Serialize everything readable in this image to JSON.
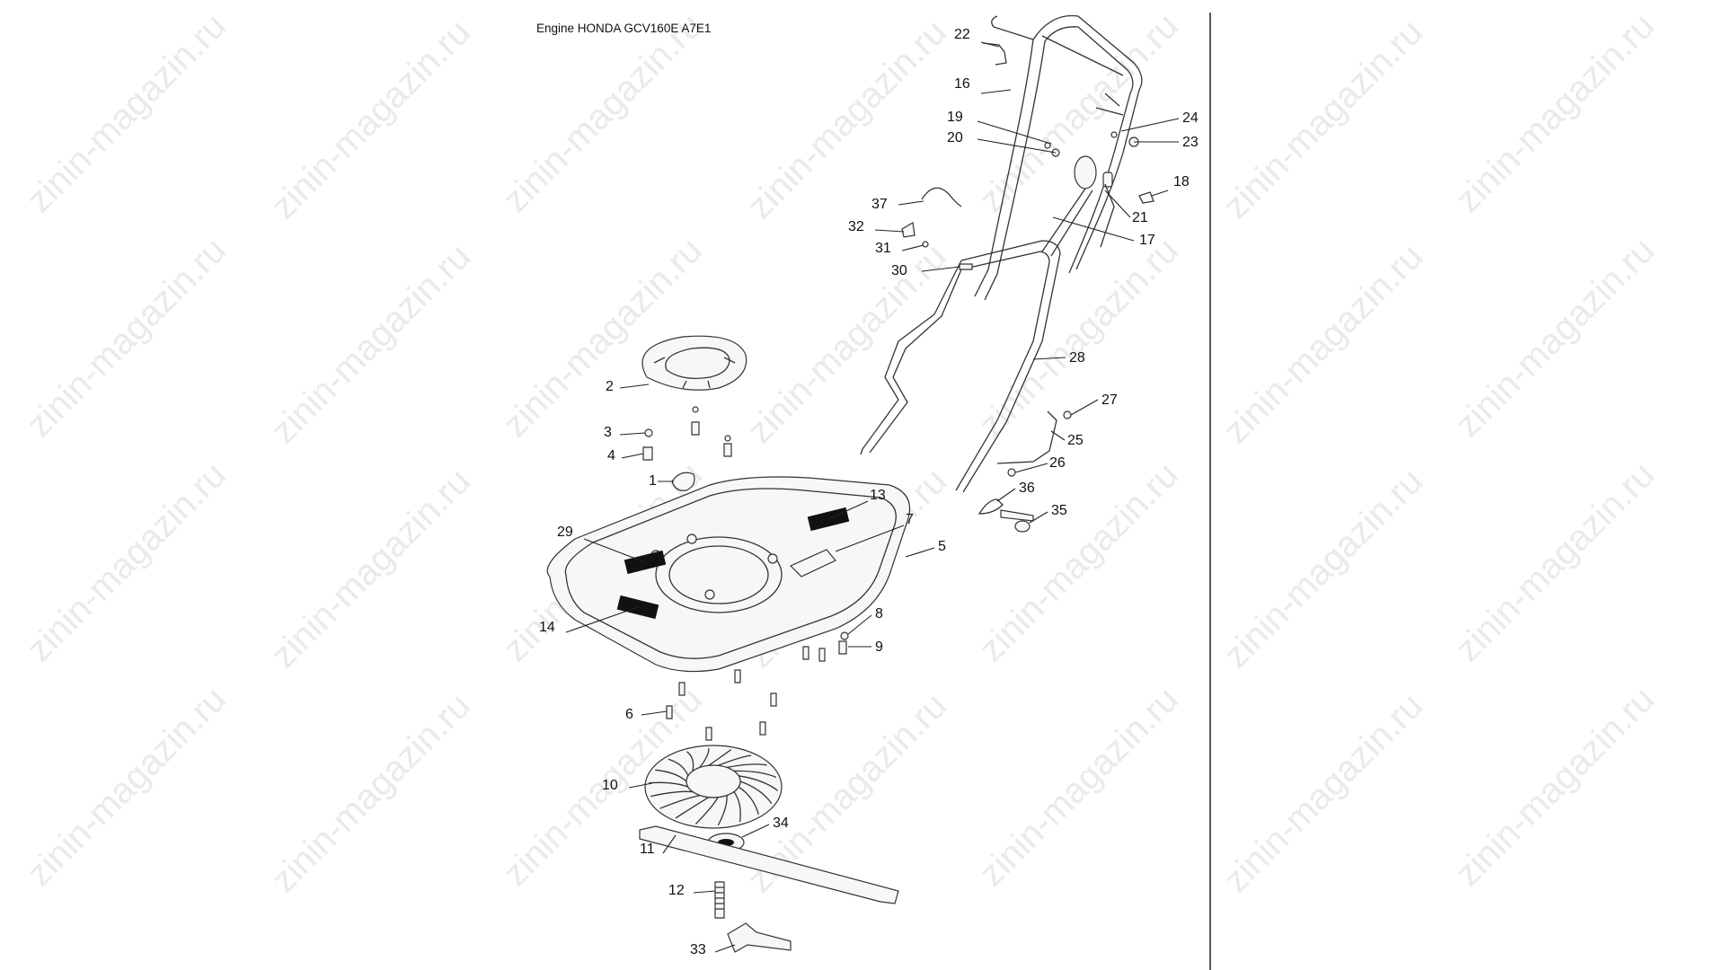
{
  "diagram": {
    "title": "Engine HONDA GCV160E A7E1",
    "watermark": "zinin-magazin.ru",
    "callouts": [
      {
        "id": "c22",
        "label": "22"
      },
      {
        "id": "c16",
        "label": "16"
      },
      {
        "id": "c19",
        "label": "19"
      },
      {
        "id": "c20",
        "label": "20"
      },
      {
        "id": "c24",
        "label": "24"
      },
      {
        "id": "c23",
        "label": "23"
      },
      {
        "id": "c18",
        "label": "18"
      },
      {
        "id": "c37",
        "label": "37"
      },
      {
        "id": "c21",
        "label": "21"
      },
      {
        "id": "c32",
        "label": "32"
      },
      {
        "id": "c31",
        "label": "31"
      },
      {
        "id": "c17",
        "label": "17"
      },
      {
        "id": "c30",
        "label": "30"
      },
      {
        "id": "c28",
        "label": "28"
      },
      {
        "id": "c2",
        "label": "2"
      },
      {
        "id": "c27",
        "label": "27"
      },
      {
        "id": "c3",
        "label": "3"
      },
      {
        "id": "c25",
        "label": "25"
      },
      {
        "id": "c4",
        "label": "4"
      },
      {
        "id": "c26",
        "label": "26"
      },
      {
        "id": "c1",
        "label": "1"
      },
      {
        "id": "c36",
        "label": "36"
      },
      {
        "id": "c13",
        "label": "13"
      },
      {
        "id": "c35",
        "label": "35"
      },
      {
        "id": "c7",
        "label": "7"
      },
      {
        "id": "c29",
        "label": "29"
      },
      {
        "id": "c5",
        "label": "5"
      },
      {
        "id": "c14",
        "label": "14"
      },
      {
        "id": "c8",
        "label": "8"
      },
      {
        "id": "c9",
        "label": "9"
      },
      {
        "id": "c6",
        "label": "6"
      },
      {
        "id": "c10",
        "label": "10"
      },
      {
        "id": "c34",
        "label": "34"
      },
      {
        "id": "c11",
        "label": "11"
      },
      {
        "id": "c12",
        "label": "12"
      },
      {
        "id": "c33",
        "label": "33"
      }
    ]
  }
}
